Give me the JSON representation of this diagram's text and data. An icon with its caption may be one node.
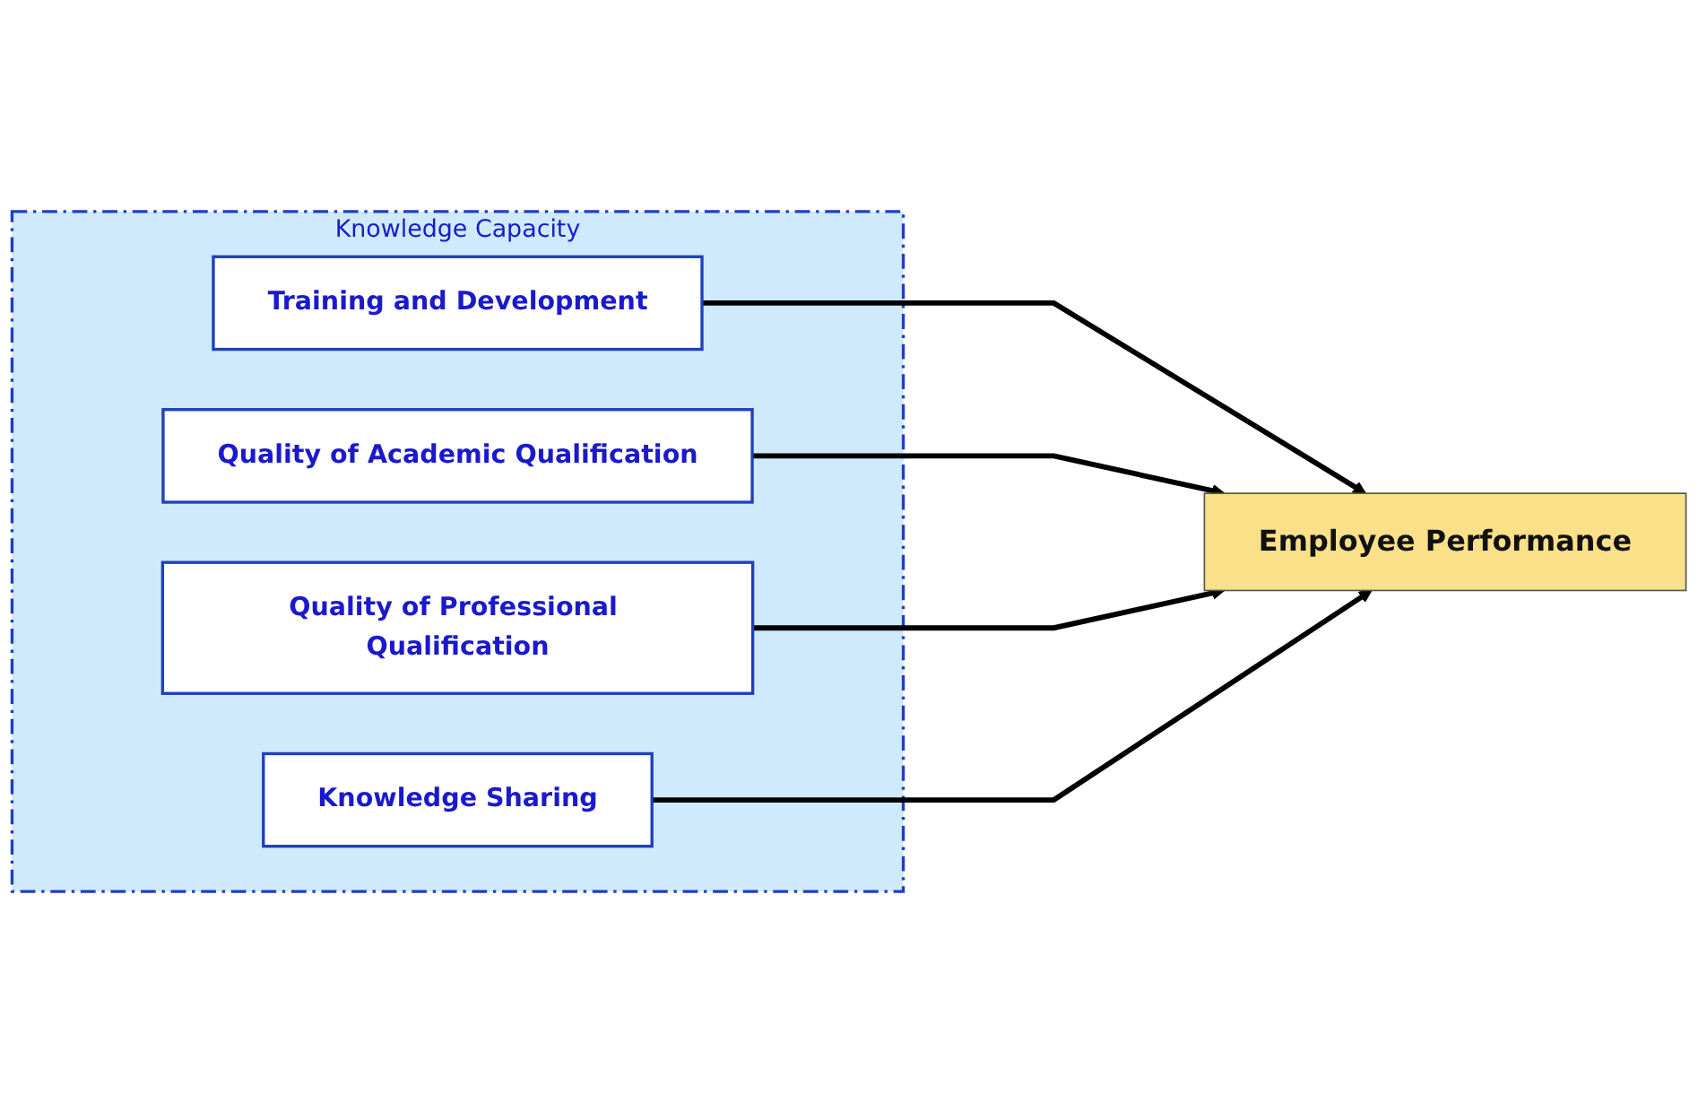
{
  "diagram": {
    "nodes": [
      {
        "text": [
          "Knowledge Capacity"
        ]
      },
      {
        "text": [
          "Training and Development"
        ],
        "in": 0
      },
      {
        "text": [
          "Quality of Academic Qualification"
        ],
        "in": 0
      },
      {
        "text": [
          "Quality of Professional Qualification"
        ],
        "in": 0
      },
      {
        "text": [
          "Knowledge Sharing"
        ],
        "in": 0
      },
      {
        "text": [
          "Employee Performance"
        ]
      }
    ],
    "edges": [
      {
        "from": 1,
        "to": 5,
        "arrow": "to"
      },
      {
        "from": 2,
        "to": 5,
        "arrow": "to"
      },
      {
        "from": 3,
        "to": 5,
        "arrow": "to"
      },
      {
        "from": 4,
        "to": 5,
        "arrow": "to"
      }
    ]
  }
}
